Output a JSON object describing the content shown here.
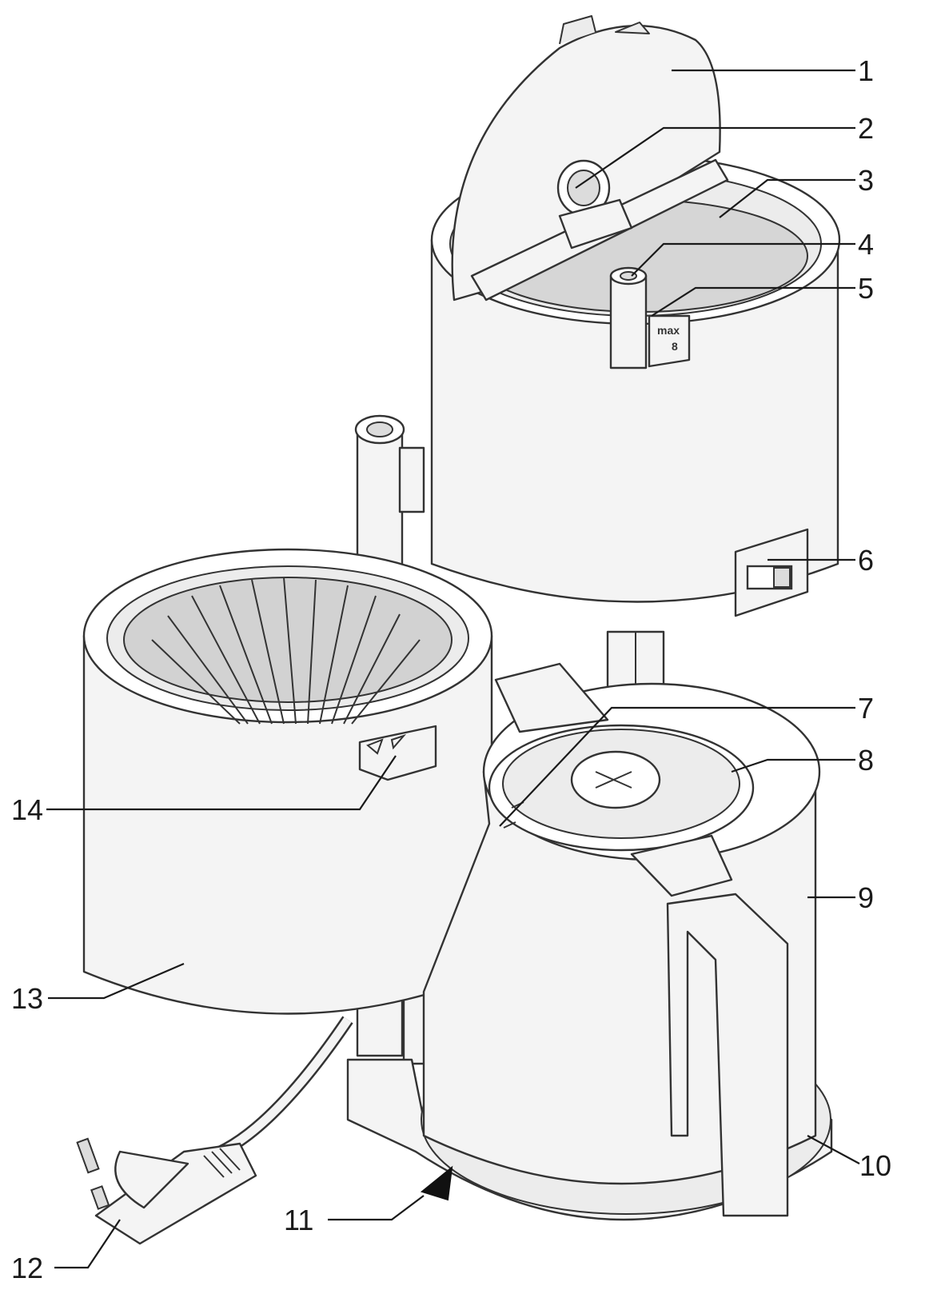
{
  "callouts": [
    {
      "label": "1"
    },
    {
      "label": "2"
    },
    {
      "label": "3"
    },
    {
      "label": "4"
    },
    {
      "label": "5"
    },
    {
      "label": "6"
    },
    {
      "label": "7"
    },
    {
      "label": "8"
    },
    {
      "label": "9"
    },
    {
      "label": "10"
    },
    {
      "label": "11"
    },
    {
      "label": "12"
    },
    {
      "label": "13"
    },
    {
      "label": "14"
    }
  ],
  "tank_marking": {
    "max_text": "max",
    "cups_text": "8"
  }
}
